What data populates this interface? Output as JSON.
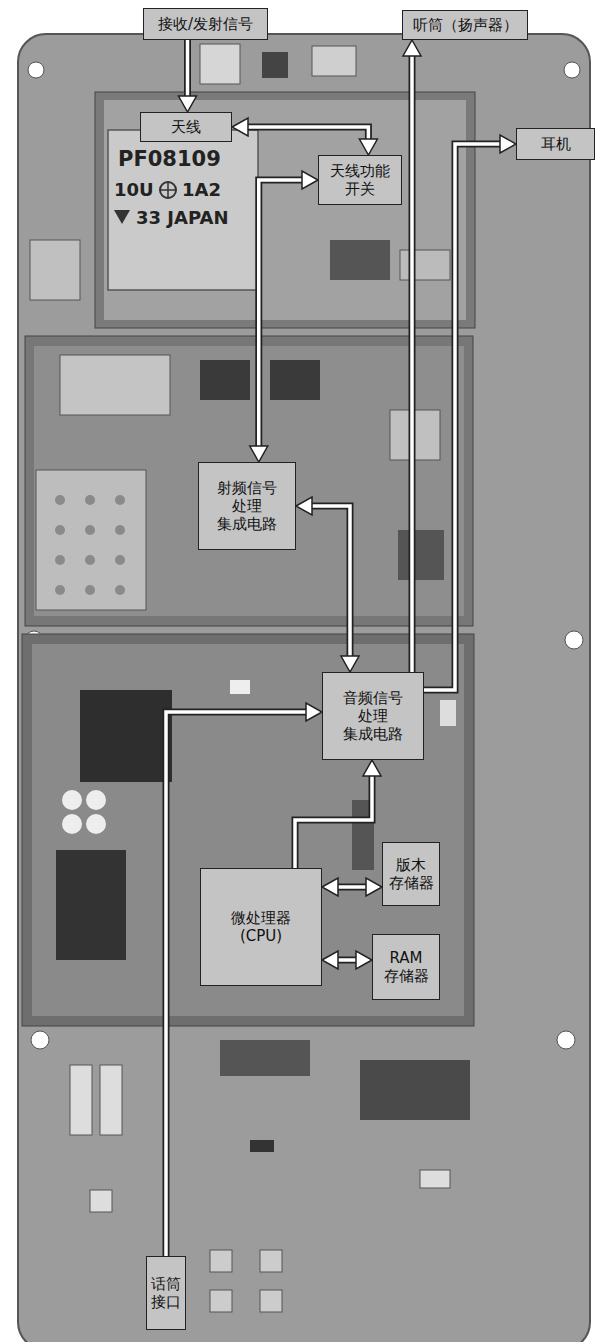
{
  "diagram": {
    "nodes": [
      {
        "text": [
          "接收/发射信号"
        ]
      },
      {
        "text": [
          "听筒（扬声器）"
        ]
      },
      {
        "text": [
          "天线"
        ]
      },
      {
        "text": [
          "耳机"
        ]
      },
      {
        "text": [
          "天线功能 开关"
        ]
      },
      {
        "text": [
          "射频信号 处理 集成电路"
        ]
      },
      {
        "text": [
          "音频信号 处理 集成电路"
        ]
      },
      {
        "text": [
          "版木 存储器"
        ]
      },
      {
        "text": [
          "微处理器 (CPU)"
        ]
      },
      {
        "text": [
          "RAM 存储器"
        ]
      },
      {
        "text": [
          "话筒 接口"
        ]
      }
    ],
    "edges": [
      {
        "from": 0,
        "to": 2,
        "arrow": "to"
      },
      {
        "from": 2,
        "to": 4,
        "arrow": "both"
      },
      {
        "from": 4,
        "to": 5,
        "arrow": "both"
      },
      {
        "from": 5,
        "to": 6,
        "arrow": "both"
      },
      {
        "from": 6,
        "to": 1,
        "arrow": "to"
      },
      {
        "from": 6,
        "to": 3,
        "arrow": "to"
      },
      {
        "from": 10,
        "to": 6,
        "arrow": "to"
      },
      {
        "from": 8,
        "to": 6,
        "arrow": "to"
      },
      {
        "from": 8,
        "to": 7,
        "arrow": "both"
      },
      {
        "from": 8,
        "to": 9,
        "arrow": "both"
      }
    ],
    "labels": [
      "PF08109",
      "10U",
      "1A2",
      "33 JAPAN"
    ]
  }
}
